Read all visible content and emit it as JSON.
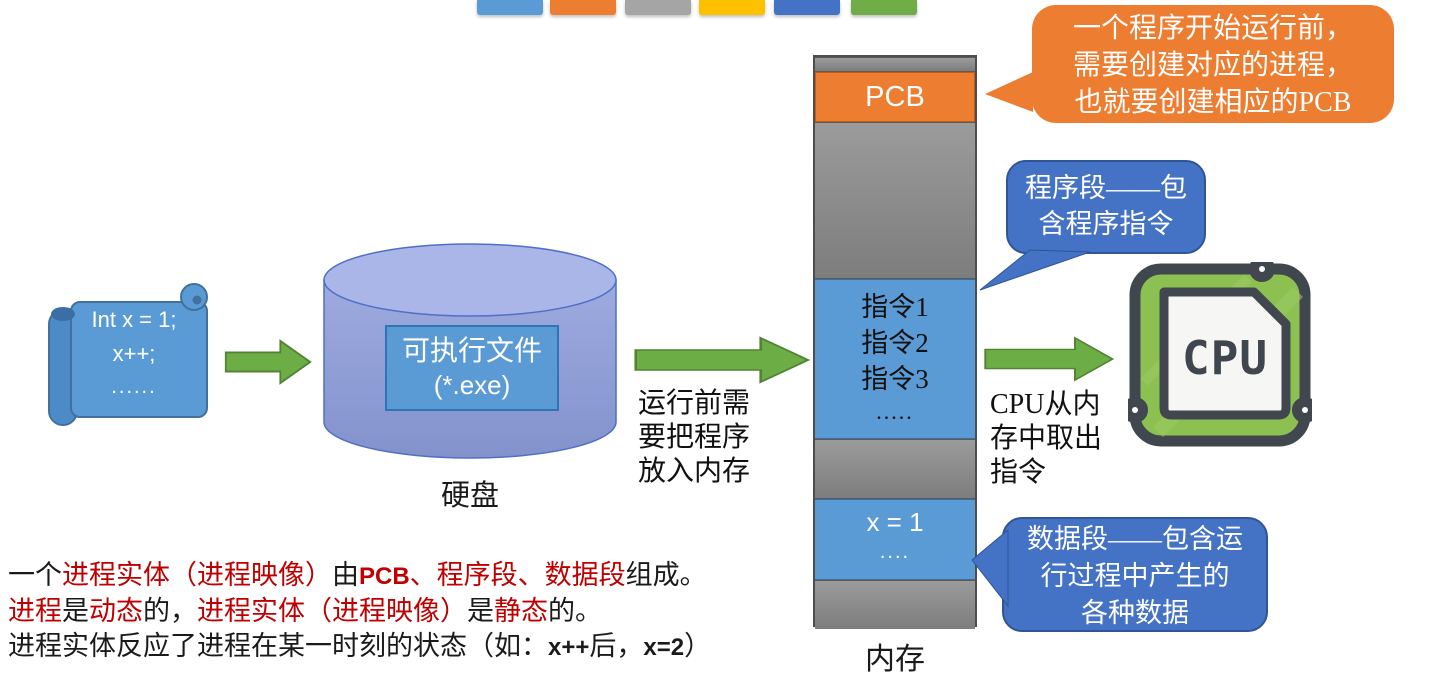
{
  "palette": [
    "#5B9BD5",
    "#ED7D31",
    "#A5A5A5",
    "#FFC000",
    "#4472C4",
    "#70AD47"
  ],
  "colors": {
    "segment_blue": "#5B9BD5",
    "pcb_orange": "#ED7D31",
    "memory_gray": "#8A8A8A",
    "callout_blue": "#4472C4",
    "arrow_green": "#70AD47",
    "cylinder_blue": "#93A3DB",
    "cpu_green": "#8CC152",
    "note_red": "#C00000"
  },
  "code_scroll": {
    "lines": [
      "Int x = 1;",
      "x++;",
      "......"
    ]
  },
  "disk": {
    "exe_line1": "可执行文件",
    "exe_line2": "(*.exe)",
    "caption": "硬盘"
  },
  "flow_labels": {
    "to_memory": [
      "运行前需",
      "要把程序",
      "放入内存"
    ],
    "to_cpu": [
      "CPU从内",
      "存中取出",
      "指令"
    ]
  },
  "memory": {
    "caption": "内存",
    "pcb_label": "PCB",
    "program_lines": [
      "指令1",
      "指令2",
      "指令3",
      "....."
    ],
    "data_lines": [
      "x = 1",
      "...."
    ]
  },
  "cpu": {
    "label": "CPU"
  },
  "callouts": {
    "pcb": {
      "lines": [
        "一个程序开始运行前，",
        "需要创建对应的进程，",
        "也就要创建相应的PCB"
      ]
    },
    "program": {
      "lines": [
        "程序段——包",
        "含程序指令"
      ]
    },
    "data": {
      "lines": [
        "数据段——包含运",
        "行过程中产生的",
        "各种数据"
      ]
    }
  },
  "notes": {
    "line1": [
      {
        "t": "一个"
      },
      {
        "t": "进程实体（进程映像）"
      },
      {
        "t": "由"
      },
      {
        "t": "PCB"
      },
      {
        "t": "、程序段、数据段"
      },
      {
        "t": "组成。"
      }
    ],
    "line2": [
      {
        "t": "进程"
      },
      {
        "t": "是"
      },
      {
        "t": "动态"
      },
      {
        "t": "的，"
      },
      {
        "t": "进程实体（进程映像）"
      },
      {
        "t": "是"
      },
      {
        "t": "静态"
      },
      {
        "t": "的。"
      }
    ],
    "line3": [
      {
        "t": "进程实体反应了进程在某一时刻的状态（如："
      },
      {
        "t": "x++"
      },
      {
        "t": "后，"
      },
      {
        "t": "x=2"
      },
      {
        "t": "）"
      }
    ]
  }
}
